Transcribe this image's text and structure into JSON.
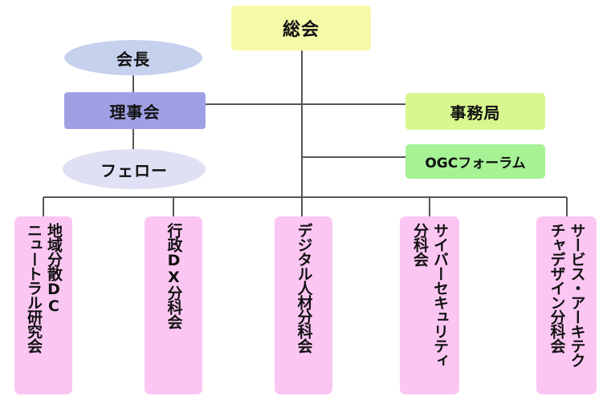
{
  "general_assembly": "総会",
  "chairman": "会長",
  "board": "理事会",
  "fellow": "フェロー",
  "secretariat": "事務局",
  "ogc_forum": "OGCフォーラム",
  "subcommittees": {
    "regional_dc": [
      "地域分散DC",
      "ニュートラル研究会"
    ],
    "gov_dx": [
      "行政DX分科会"
    ],
    "digital_talent": [
      "デジタル人材分科会"
    ],
    "cybersecurity": [
      "サイバーセキュリティ",
      "分科会"
    ],
    "service_arch": [
      "サービス・アーキテク",
      "チャデザイン分科会"
    ]
  },
  "colors": {
    "line": "#555555",
    "general_assembly": "#f5faa8",
    "chairman": "#c5d1ed",
    "board": "#9fa0e4",
    "fellow": "#e0e0f4",
    "secretariat": "#d8f78f",
    "ogc_forum": "#a6f295",
    "subcommittee": "#fcc6f3"
  }
}
